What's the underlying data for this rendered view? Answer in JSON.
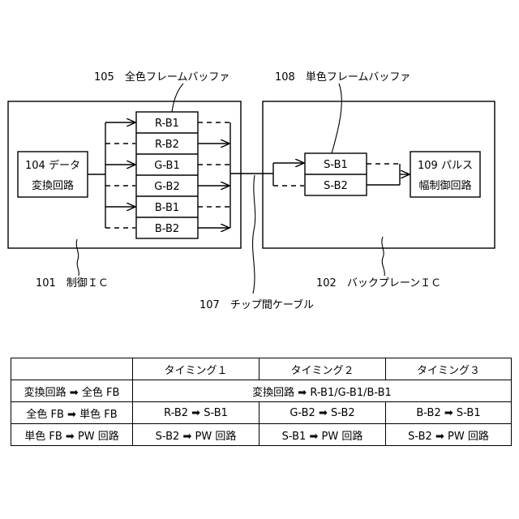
{
  "diagram": {
    "labels": {
      "full_fb": "105　全色フレームバッファ",
      "single_fb": "108　単色フレームバッファ",
      "control_ic": "101　制御ＩＣ",
      "backplane_ic": "102　バックプレーンＩＣ",
      "cable": "107　チップ間ケーブル"
    },
    "converter": {
      "line1": "104 データ",
      "line2": "変換回路"
    },
    "pulse": {
      "line1": "109 パルス",
      "line2": "幅制御回路"
    },
    "full_fb_cells": [
      "R-B1",
      "R-B2",
      "G-B1",
      "G-B2",
      "B-B1",
      "B-B2"
    ],
    "single_fb_cells": [
      "S-B1",
      "S-B2"
    ]
  },
  "table": {
    "header": [
      "",
      "タイミング１",
      "タイミング２",
      "タイミング３"
    ],
    "rows": [
      {
        "label_a": "変換回路",
        "label_b": "全色 FB",
        "merged": "変換回路 ➡ R-B1/G-B1/B-B1"
      },
      {
        "label_a": "全色 FB",
        "label_b": "単色 FB",
        "cells": [
          {
            "a": "R-B2",
            "b": "S-B1"
          },
          {
            "a": "G-B2",
            "b": "S-B2"
          },
          {
            "a": "B-B2",
            "b": "S-B1"
          }
        ]
      },
      {
        "label_a": "単色 FB",
        "label_b": "PW 回路",
        "cells": [
          {
            "a": "S-B2",
            "b": "PW 回路"
          },
          {
            "a": "S-B1",
            "b": "PW 回路"
          },
          {
            "a": "S-B2",
            "b": "PW 回路"
          }
        ]
      }
    ]
  }
}
